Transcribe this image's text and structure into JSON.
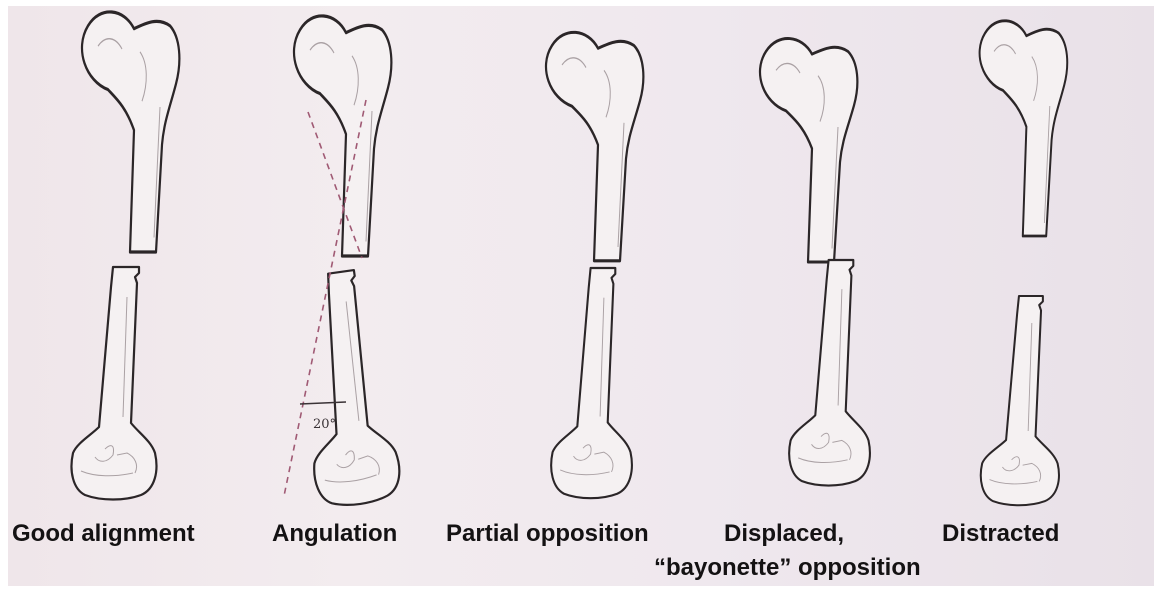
{
  "annotation": {
    "angle": "20°"
  },
  "labels": {
    "good_alignment": "Good alignment",
    "angulation": "Angulation",
    "partial_opposition": "Partial opposition",
    "displaced_line1": "Displaced,",
    "displaced_line2": "“bayonette” opposition",
    "distracted": "Distracted"
  }
}
